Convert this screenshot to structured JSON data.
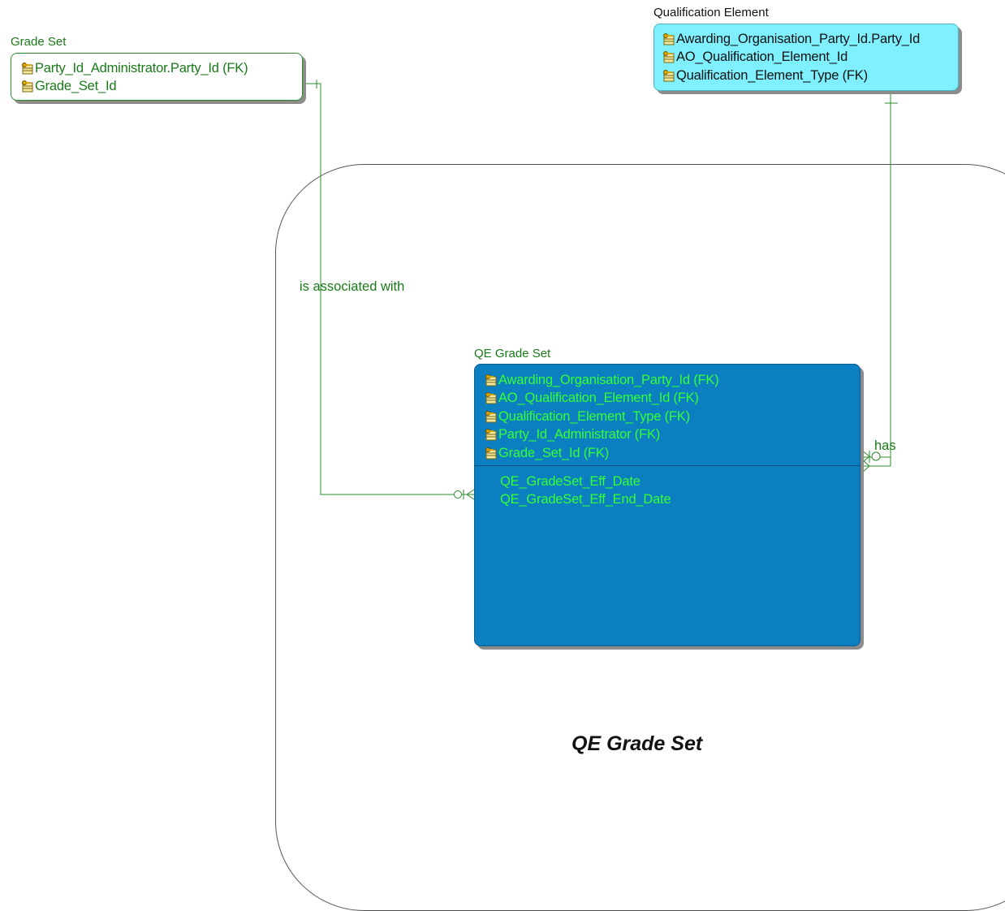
{
  "subject_area": {
    "title": "QE Grade Set"
  },
  "entities": {
    "grade_set": {
      "title": "Grade Set",
      "attributes": [
        "Party_Id_Administrator.Party_Id (FK)",
        "Grade_Set_Id"
      ]
    },
    "qualification_element": {
      "title": "Qualification Element",
      "attributes": [
        "Awarding_Organisation_Party_Id.Party_Id",
        "AO_Qualification_Element_Id",
        "Qualification_Element_Type (FK)"
      ]
    },
    "qe_grade_set": {
      "title": "QE Grade Set",
      "key_attributes": [
        "Awarding_Organisation_Party_Id (FK)",
        "AO_Qualification_Element_Id (FK)",
        "Qualification_Element_Type (FK)",
        "Party_Id_Administrator (FK)",
        "Grade_Set_Id (FK)"
      ],
      "attributes": [
        "QE_GradeSet_Eff_Date",
        "QE_GradeSet_Eff_End_Date"
      ]
    }
  },
  "relationships": [
    {
      "label": "is associated with",
      "from": "Grade Set",
      "to": "QE Grade Set"
    },
    {
      "label": "has",
      "from": "Qualification Element",
      "to": "QE Grade Set"
    }
  ],
  "colors": {
    "line": "#2e8b2e",
    "qe_grade_set_fill": "#0b7fc0",
    "qualification_element_fill": "#7ff0ff",
    "key_attribute_text": "#35ff35"
  },
  "icons": {
    "key_attribute": "key-table-icon"
  }
}
